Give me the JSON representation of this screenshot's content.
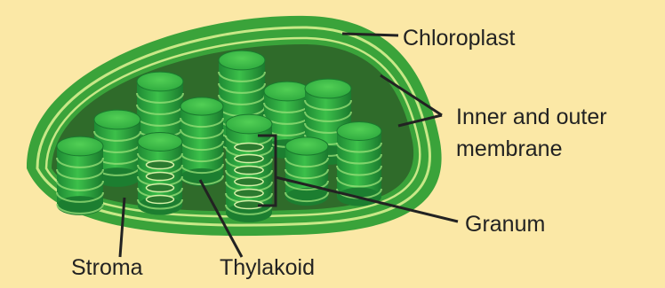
{
  "labels": {
    "chloroplast": "Chloroplast",
    "membrane_line1": "Inner and outer",
    "membrane_line2": "membrane",
    "granum": "Granum",
    "stroma": "Stroma",
    "thylakoid": "Thylakoid"
  },
  "colors": {
    "background": "#fbe8a6",
    "outer_membrane": "#3aa33a",
    "membrane_stripe": "#c8e887",
    "stroma": "#2f6b2a",
    "disc_light": "#3ec24a",
    "disc_dark": "#1f8a34",
    "leader_line": "#222222"
  }
}
